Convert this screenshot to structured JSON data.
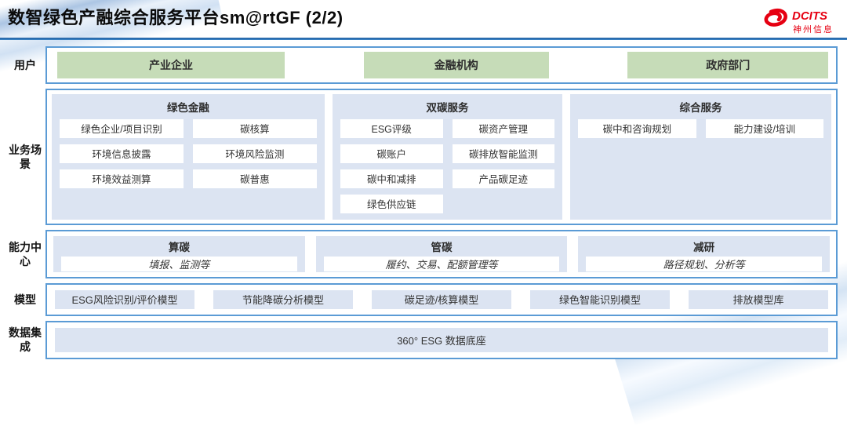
{
  "header": {
    "title": "数智绿色产融综合服务平台sm@rtGF (2/2)",
    "logo": {
      "brand": "DCITS",
      "company": "神州信息"
    }
  },
  "rows": {
    "users": {
      "label": "用户",
      "items": [
        "产业企业",
        "金融机构",
        "政府部门"
      ]
    },
    "scenarios": {
      "label": "业务场景",
      "columns": [
        {
          "title": "绿色金融",
          "items": [
            "绿色企业/项目识别",
            "碳核算",
            "环境信息披露",
            "环境风险监测",
            "环境效益测算",
            "碳普惠"
          ]
        },
        {
          "title": "双碳服务",
          "items": [
            "ESG评级",
            "碳资产管理",
            "碳账户",
            "碳排放智能监测",
            "碳中和减排",
            "产品碳足迹",
            "绿色供应链"
          ]
        },
        {
          "title": "综合服务",
          "items": [
            "碳中和咨询规划",
            "能力建设/培训"
          ]
        }
      ]
    },
    "capabilities": {
      "label": "能力中心",
      "items": [
        {
          "title": "算碳",
          "desc": "填报、监测等"
        },
        {
          "title": "管碳",
          "desc": "履约、交易、配额管理等"
        },
        {
          "title": "减研",
          "desc": "路径规划、分析等"
        }
      ]
    },
    "models": {
      "label": "模型",
      "items": [
        "ESG风险识别/评价模型",
        "节能降碳分析模型",
        "碳足迹/核算模型",
        "绿色智能识别模型",
        "排放模型库"
      ]
    },
    "data_integration": {
      "label": "数据集成",
      "items": [
        "360° ESG 数据底座"
      ]
    }
  },
  "colors": {
    "accent_blue": "#5B9BD5",
    "panel_blue": "#DCE4F2",
    "user_green": "#C6DCB8",
    "title_underline": "#2E75B6",
    "logo_red": "#E60012"
  }
}
